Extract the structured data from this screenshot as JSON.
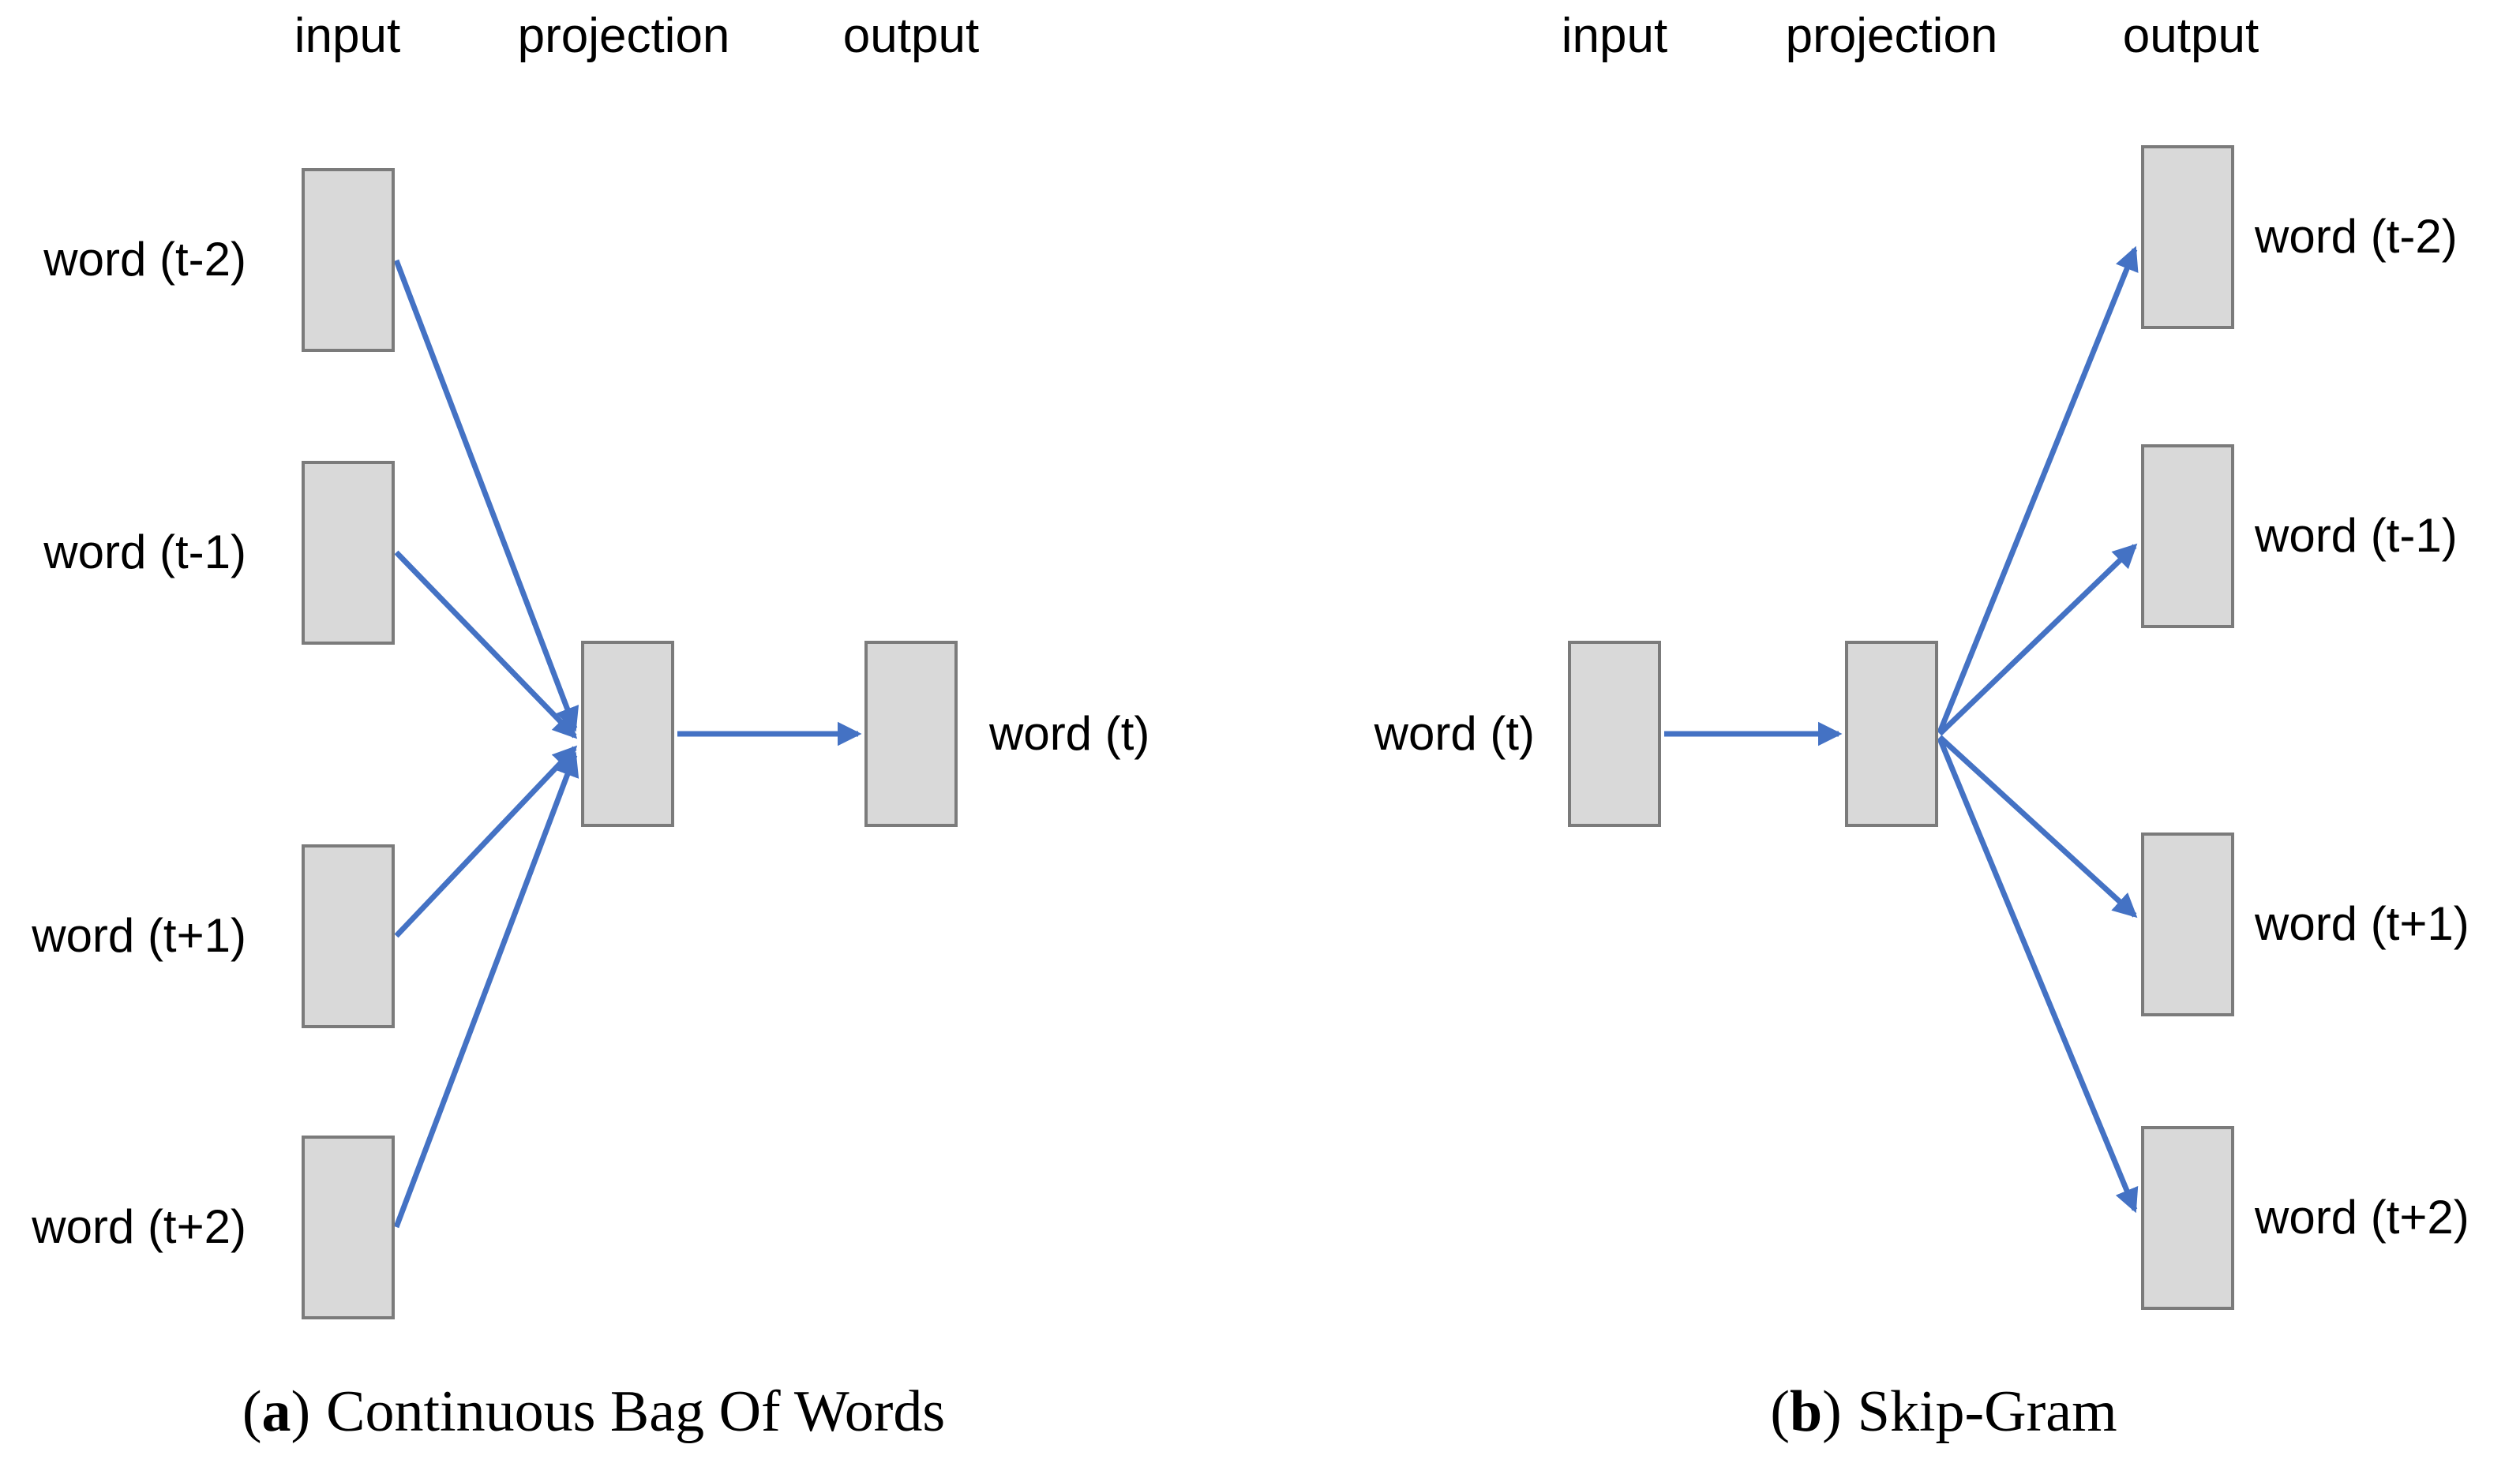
{
  "colors": {
    "arrow_blue": "#4472c4",
    "box_fill": "#d9d9d9",
    "box_border": "#7b7b7b",
    "text": "#000000",
    "background": "#ffffff"
  },
  "cbow": {
    "headers": {
      "input": "input",
      "projection": "projection",
      "output": "output"
    },
    "input_labels": [
      "word (t-2)",
      "word (t-1)",
      "word (t+1)",
      "word (t+2)"
    ],
    "output_label": "word (t)",
    "caption": {
      "open": "(",
      "letter": "a",
      "close": ")",
      "title": "Continuous Bag Of Words"
    }
  },
  "skipgram": {
    "headers": {
      "input": "input",
      "projection": "projection",
      "output": "output"
    },
    "input_label": "word (t)",
    "output_labels": [
      "word (t-2)",
      "word (t-1)",
      "word (t+1)",
      "word (t+2)"
    ],
    "caption": {
      "open": "(",
      "letter": "b",
      "close": ")",
      "title": "Skip-Gram"
    }
  }
}
